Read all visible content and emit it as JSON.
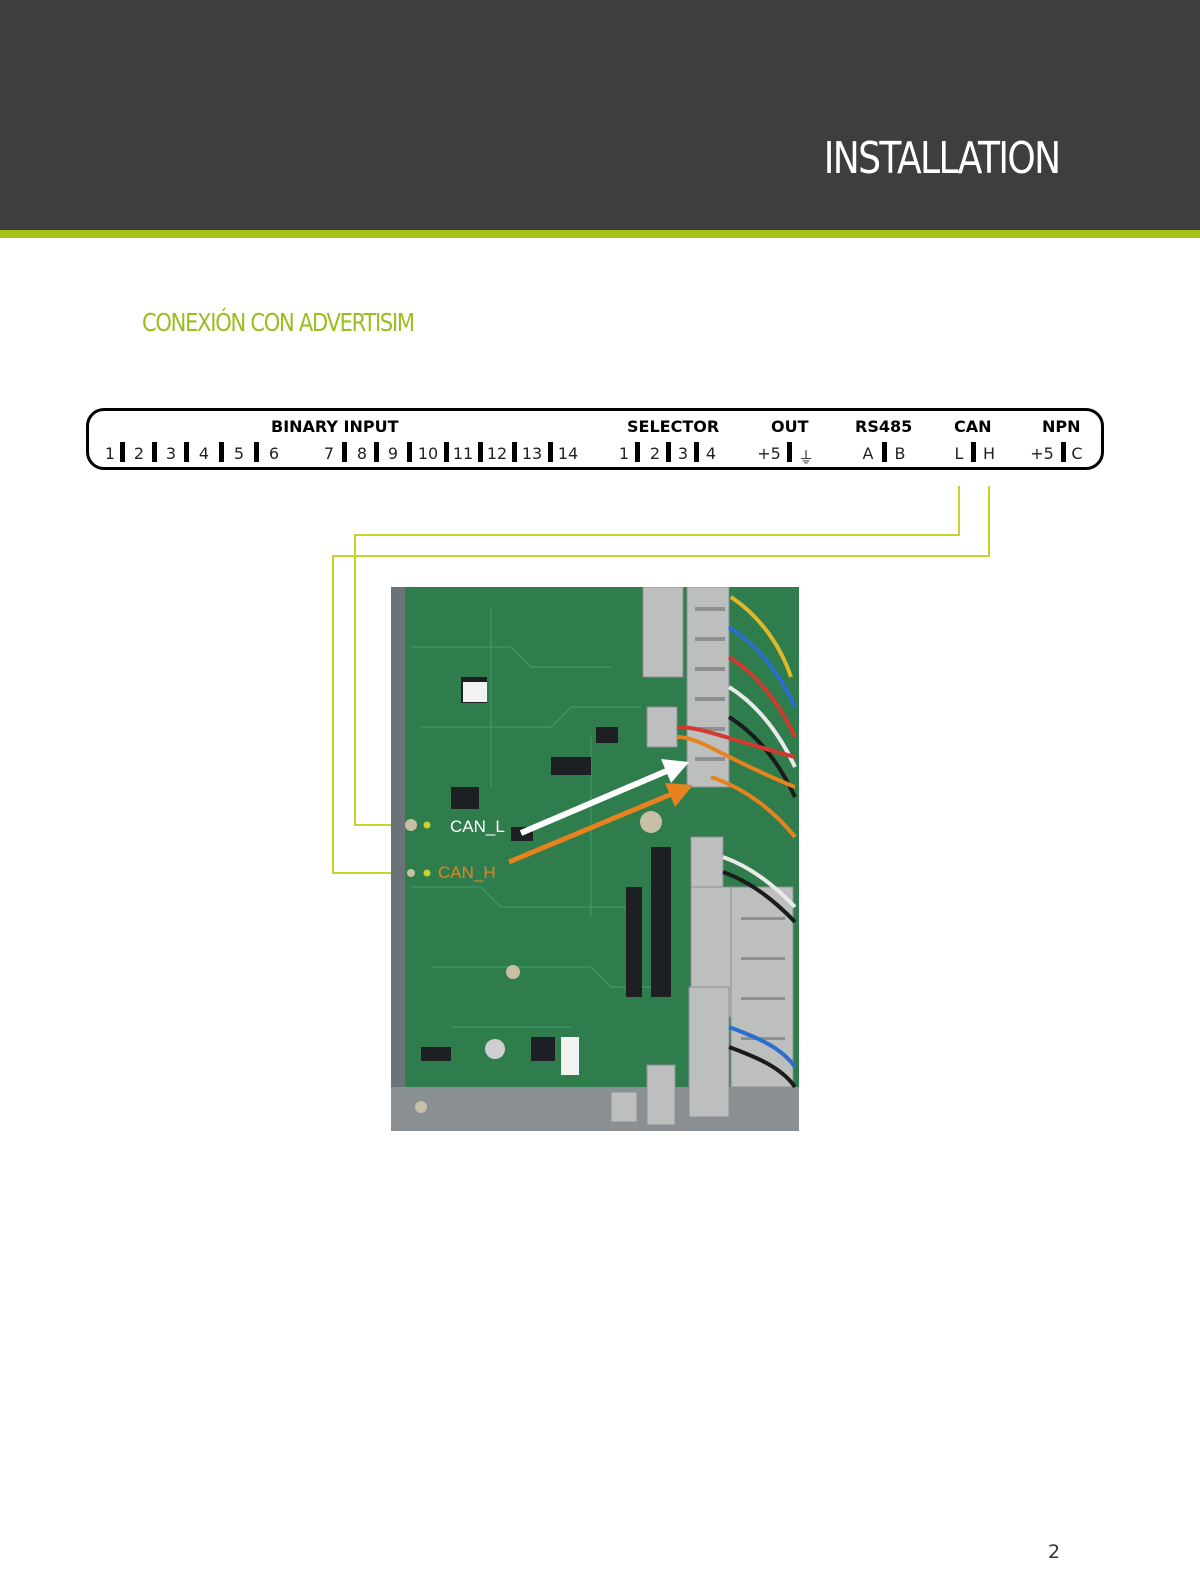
{
  "header": {
    "title": "INSTALLATION",
    "background": "#3e3e40",
    "accent": "#a8c11a"
  },
  "section": {
    "title": "CONEXIÓN CON ADVERTISIM",
    "color": "#9abe1f"
  },
  "connector": {
    "groups": [
      {
        "id": "binary",
        "label": "BINARY INPUT"
      },
      {
        "id": "selector",
        "label": "SELECTOR"
      },
      {
        "id": "out",
        "label": "OUT"
      },
      {
        "id": "rs485",
        "label": "RS485"
      },
      {
        "id": "can",
        "label": "CAN"
      },
      {
        "id": "npn",
        "label": "NPN"
      }
    ],
    "pins": {
      "binary": [
        "1",
        "2",
        "3",
        "4",
        "5",
        "6",
        "7",
        "8",
        "9",
        "10",
        "11",
        "12",
        "13",
        "14"
      ],
      "selector": [
        "1",
        "2",
        "3",
        "4"
      ],
      "out": [
        "+5",
        "⏚"
      ],
      "rs485": [
        "A",
        "B"
      ],
      "can": [
        "L",
        "H"
      ],
      "npn": [
        "+5",
        "C"
      ]
    }
  },
  "photo": {
    "labels": {
      "can_l": "CAN_L",
      "can_h": "CAN_H"
    },
    "colors": {
      "can_l": "#ffffff",
      "can_h": "#e8821e",
      "wire": "#c9d12a"
    },
    "icon": "pcb-photo"
  },
  "page": {
    "number": "2"
  }
}
